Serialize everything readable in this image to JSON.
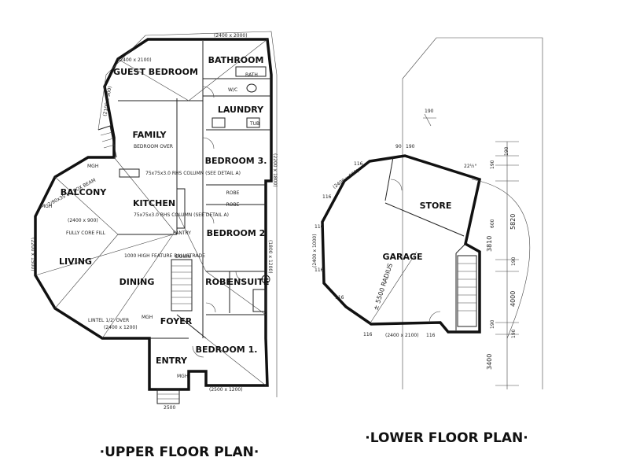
{
  "upper": {
    "title": "·UPPER FLOOR PLAN·",
    "rooms": {
      "guest_bedroom": "GUEST BEDROOM",
      "bathroom": "BATHROOM",
      "laundry": "LAUNDRY",
      "family": "FAMILY",
      "bedroom3": "BEDROOM 3.",
      "balcony": "BALCONY",
      "kitchen": "KITCHEN",
      "bedroom2": "BEDROOM 2",
      "living": "LIVING",
      "dining": "DINING",
      "robe1": "ROBE",
      "robe2": "ROBE",
      "robe3": "ROBE",
      "ensuite": "ENSUITE",
      "foyer": "FOYER",
      "entry": "ENTRY",
      "bedroom1": "BEDROOM 1."
    },
    "notes": {
      "bath": "BATH",
      "wc": "W/C",
      "tub": "TUB",
      "fully_core_fill": "FULLY CORE FILL",
      "balustrade": "1000 HIGH FEATURE BALUSTRADE",
      "down": "DOWN",
      "lintel": "LINTEL 1/2' OVER",
      "pantry": "PANTRY",
      "family_note": "BEDROOM OVER",
      "beam_note": "2/90x35 LG BOX BEAM",
      "column1": "75x75x3.0 RHS COLUMN (SEE DETAIL A)",
      "column2": "75x75x3.0 RHS COLUMN (SEE DETAIL A)",
      "mgh1": "MGH",
      "mgh2": "MGH",
      "mgh3": "MGH",
      "mgh4": "MGH",
      "w_2400x2000": "(2400 x 2000)",
      "w_2400x2100": "(2400 x 2100)",
      "w_1800x1200": "(1800 x 1200)",
      "w_2200x1800": "(2200 x 1800)",
      "w_2400x900": "(2400 x 900)",
      "w_2200x1500": "(2200 x 1500)",
      "w_2400x1200": "(2400 x 1200)",
      "w_2500x1200": "(2500 x 1200)",
      "w_2100x900": "(2100 x 900)",
      "dim_2500": "2500"
    }
  },
  "lower": {
    "title": "·LOWER FLOOR PLAN·",
    "rooms": {
      "store": "STORE",
      "garage": "GARAGE"
    },
    "notes": {
      "radius": "± 5500 RADIUS",
      "slope": "22½°",
      "w_2400x900": "(2400 x 900)",
      "w_2400x1000": "(2400 x 1000)",
      "w_2400x2100": "(2400 x 2100)",
      "t1": "116",
      "t2": "116",
      "t3": "116",
      "t4": "116",
      "t5": "116",
      "t6": "116",
      "t7": "116"
    },
    "dims": {
      "d5820": "5820",
      "d3810": "3810",
      "d4000": "4000",
      "d3400": "3400",
      "d190a": "190",
      "d190b": "190",
      "d190c": "190",
      "d190d": "190",
      "d190e": "190",
      "d190f": "190",
      "d190g": "190",
      "d600": "600",
      "d90": "90"
    }
  }
}
